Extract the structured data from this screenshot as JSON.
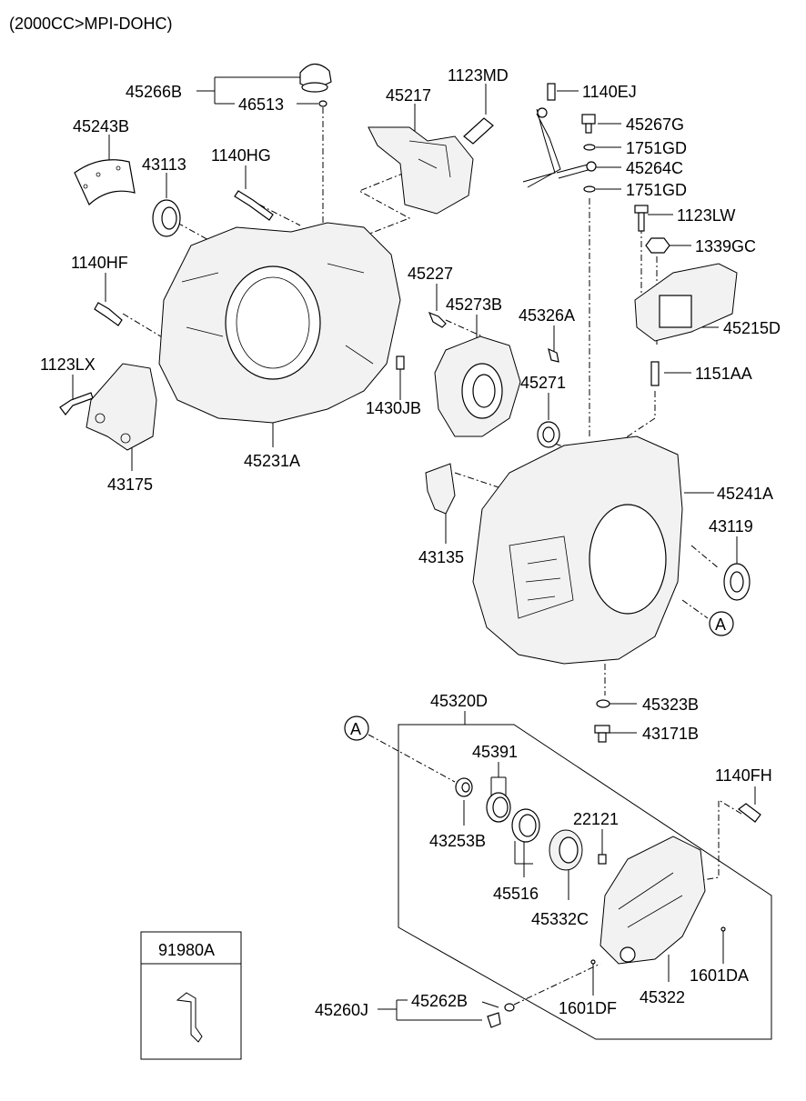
{
  "header": {
    "title": "(2000CC>MPI-DOHC)"
  },
  "callouts": {
    "ref_a_1": "A",
    "ref_a_2": "A"
  },
  "parts": {
    "p45266B": "45266B",
    "p46513": "46513",
    "p45243B": "45243B",
    "p43113": "43113",
    "p1140HG": "1140HG",
    "p45217": "45217",
    "p1123MD": "1123MD",
    "p1140EJ": "1140EJ",
    "p45267G": "45267G",
    "p1751GD_a": "1751GD",
    "p45264C": "45264C",
    "p1751GD_b": "1751GD",
    "p1123LW": "1123LW",
    "p1339GC": "1339GC",
    "p1140HF": "1140HF",
    "p45227": "45227",
    "p45273B": "45273B",
    "p45326A": "45326A",
    "p45215D": "45215D",
    "p1123LX": "1123LX",
    "p1430JB": "1430JB",
    "p45271": "45271",
    "p1151AA": "1151AA",
    "p45231A": "45231A",
    "p43175": "43175",
    "p45241A": "45241A",
    "p43119": "43119",
    "p43135": "43135",
    "p45320D": "45320D",
    "p45323B": "45323B",
    "p43171B": "43171B",
    "p45391": "45391",
    "p1140FH": "1140FH",
    "p22121": "22121",
    "p43253B": "43253B",
    "p45516": "45516",
    "p45332C": "45332C",
    "p91980A": "91980A",
    "p1601DA": "1601DA",
    "p45322": "45322",
    "p45260J": "45260J",
    "p45262B": "45262B",
    "p1601DF": "1601DF"
  },
  "colors": {
    "line": "#000000",
    "background": "#ffffff",
    "fill_light": "#f2f2f2"
  }
}
